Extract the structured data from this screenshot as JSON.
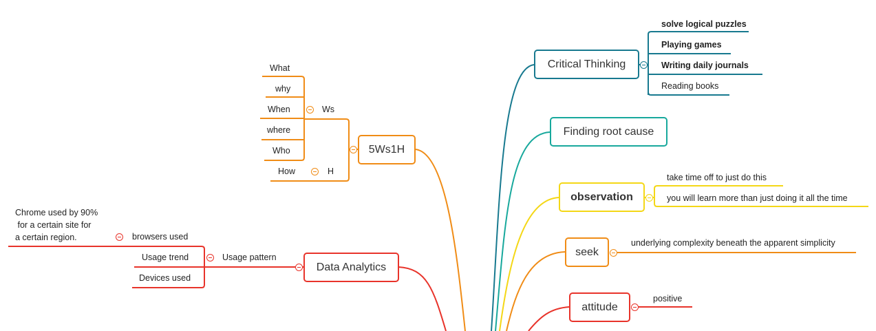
{
  "colors": {
    "teal_dark": "#17798f",
    "teal": "#17a89c",
    "yellow": "#f4d716",
    "orange": "#f08c16",
    "red": "#e8332a"
  },
  "branches": {
    "critical_thinking": {
      "label": "Critical Thinking",
      "children": [
        "solve logical puzzles",
        "Playing games",
        "Writing daily journals",
        "Reading books"
      ]
    },
    "finding_root_cause": {
      "label": "Finding root cause"
    },
    "observation": {
      "label": "observation",
      "children": [
        "take time off to just do this",
        "you will learn more than just doing it all the time"
      ]
    },
    "seek": {
      "label": "seek",
      "children": [
        "underlying complexity beneath the apparent simplicity"
      ]
    },
    "attitude": {
      "label": "attitude",
      "children": [
        "positive"
      ]
    },
    "five_ws_one_h": {
      "label": "5Ws1H",
      "ws": {
        "label": "Ws",
        "children": [
          "What",
          "why",
          "When",
          "where",
          "Who"
        ]
      },
      "h": {
        "label": "H",
        "children": [
          "How"
        ]
      }
    },
    "data_analytics": {
      "label": "Data Analytics",
      "usage_pattern": {
        "label": "Usage pattern",
        "browsers_used": {
          "label": "browsers used",
          "note": "Chrome used by 90%\n for a certain site for\na certain region."
        },
        "usage_trend": "Usage trend",
        "devices_used": "Devices used"
      }
    }
  }
}
